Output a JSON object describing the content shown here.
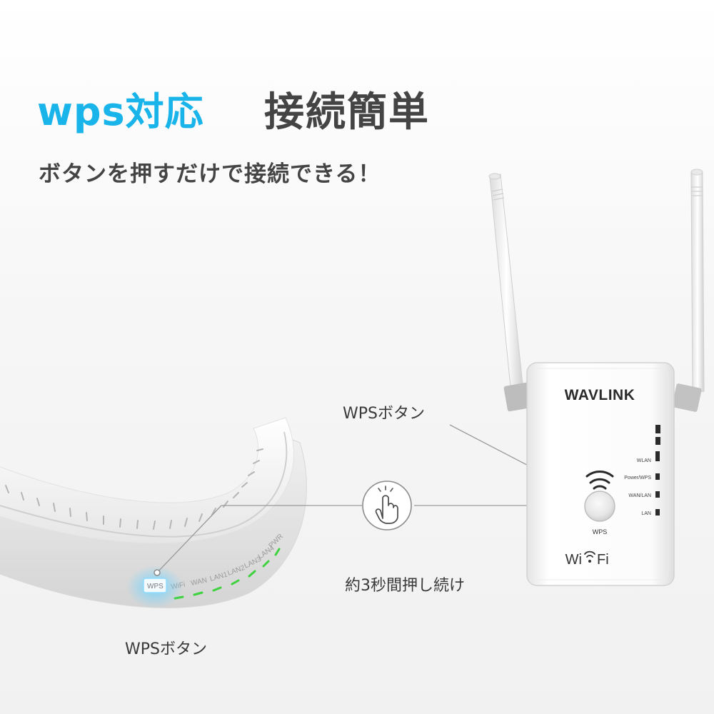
{
  "headline": {
    "wps_label": "wps対応",
    "easy_label": "接続簡単",
    "wps_color": "#18b4ea",
    "easy_color": "#444444"
  },
  "subheadline": {
    "text": "ボタンを押すだけで接続できる！",
    "color": "#444444"
  },
  "callouts": {
    "extender_button": "WPSボタン",
    "hold_instruction": "約3秒間押し続け",
    "router_button": "WPSボタン"
  },
  "icons": {
    "press": "finger-press-icon",
    "wifi": "wifi-icon"
  },
  "extender": {
    "brand": "WAVLINK",
    "button_label": "WPS",
    "wifi_logo_left": "Wi",
    "wifi_logo_right": "Fi",
    "leds": [
      "WLAN",
      "Power/WPS",
      "WAN/LAN",
      "LAN"
    ]
  },
  "router": {
    "ports": [
      "WPS",
      "WiFi",
      "WAN",
      "LAN1",
      "LAN2",
      "LAN3",
      "LAN4",
      "PWR"
    ],
    "button_glow_color": "#6fd3ff",
    "led_color": "#3ed23e"
  }
}
